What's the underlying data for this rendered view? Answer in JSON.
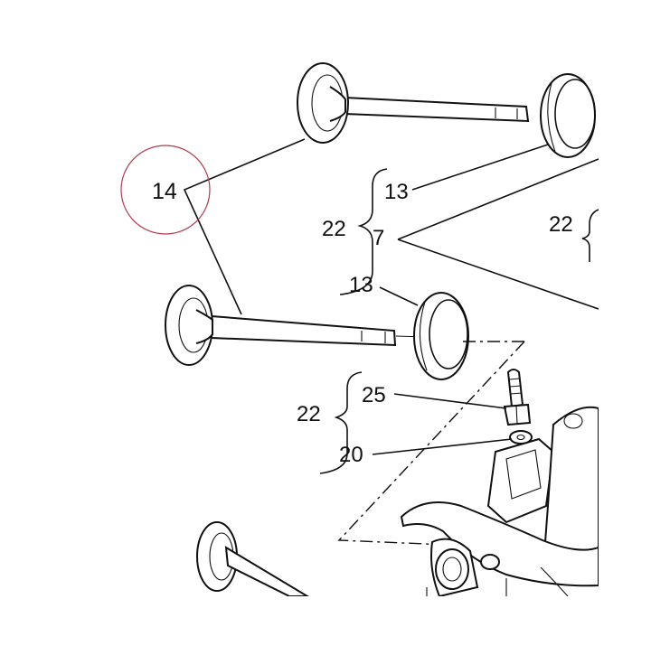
{
  "diagram": {
    "labels": {
      "n14": "14",
      "n13_top": "13",
      "n13_mid": "13",
      "n7": "7",
      "n22_top": "22",
      "n22_right": "22",
      "n22_low": "22",
      "n25": "25",
      "n20": "20"
    },
    "colors": {
      "line": "#111111",
      "highlight_circle": "#b03a48",
      "background": "#ffffff"
    }
  }
}
